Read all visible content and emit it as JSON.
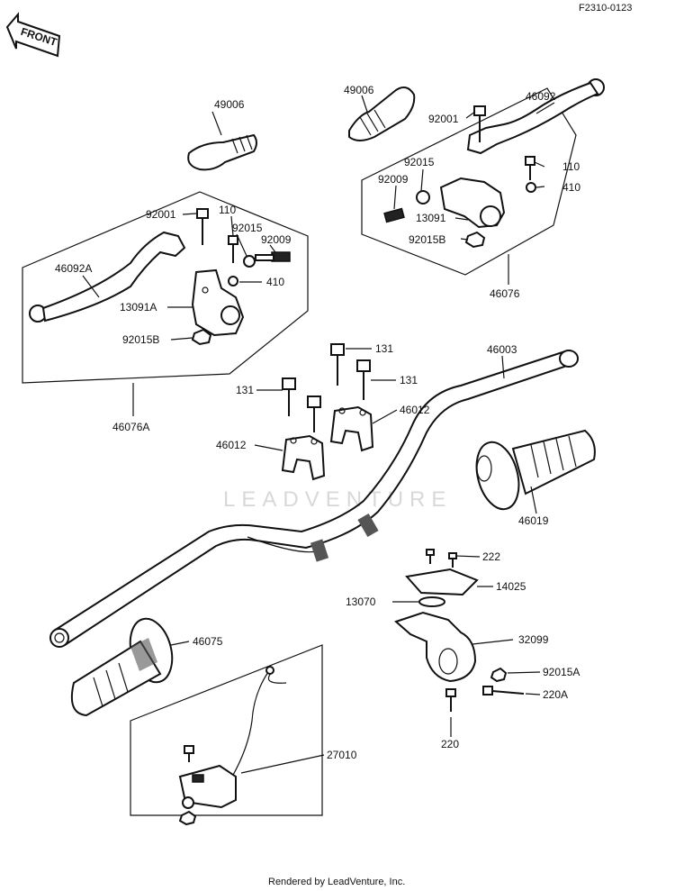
{
  "header": {
    "figure_code": "F2310-0123",
    "front_label": "FRONT"
  },
  "footer": {
    "credit": "Rendered by LeadVenture, Inc."
  },
  "watermark": {
    "text": "LEADVENTURE"
  },
  "callouts": {
    "p49006_left": "49006",
    "p49006_right": "49006",
    "p46092": "46092",
    "p92001_right": "92001",
    "p110_right": "110",
    "p410_right": "410",
    "p92015_right": "92015",
    "p92009_right": "92009",
    "p13091": "13091",
    "p92015B_right": "92015B",
    "p46076": "46076",
    "p92001_left": "92001",
    "p110_left": "110",
    "p92015_left": "92015",
    "p92009_left": "92009",
    "p46092A": "46092A",
    "p410_left": "410",
    "p13091A": "13091A",
    "p92015B_left": "92015B",
    "p46076A": "46076A",
    "p131_top": "131",
    "p131_right": "131",
    "p131_left": "131",
    "p46003": "46003",
    "p46012_right": "46012",
    "p46012_left": "46012",
    "p46019": "46019",
    "p222": "222",
    "p14025": "14025",
    "p13070": "13070",
    "p32099": "32099",
    "p92015A": "92015A",
    "p220A": "220A",
    "p220": "220",
    "p46075": "46075",
    "p27010": "27010"
  }
}
